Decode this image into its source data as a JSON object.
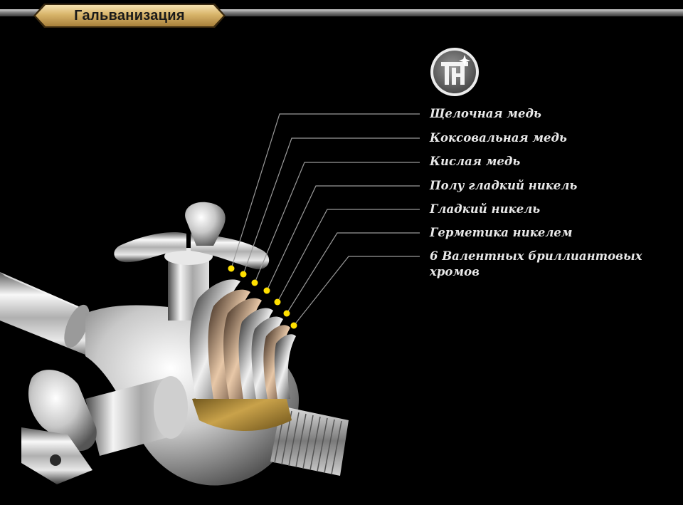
{
  "header": {
    "title": "Гальванизация"
  },
  "logo": {
    "icon": "chrome-logo-icon"
  },
  "layers": [
    {
      "label": "Щелочная медь"
    },
    {
      "label": "Коксовальная медь"
    },
    {
      "label": "Кислая медь"
    },
    {
      "label": "Полу гладкий никель"
    },
    {
      "label": "Гладкий никель"
    },
    {
      "label": "Герметика никелем"
    },
    {
      "label": "6 Валентных бриллиантовых хромов"
    }
  ],
  "colors": {
    "background": "#000000",
    "badge_gold": "#d8b46a",
    "marker_yellow": "#ffe000",
    "leader_line": "#9a9a9a",
    "label_text": "#e8e8e8"
  }
}
